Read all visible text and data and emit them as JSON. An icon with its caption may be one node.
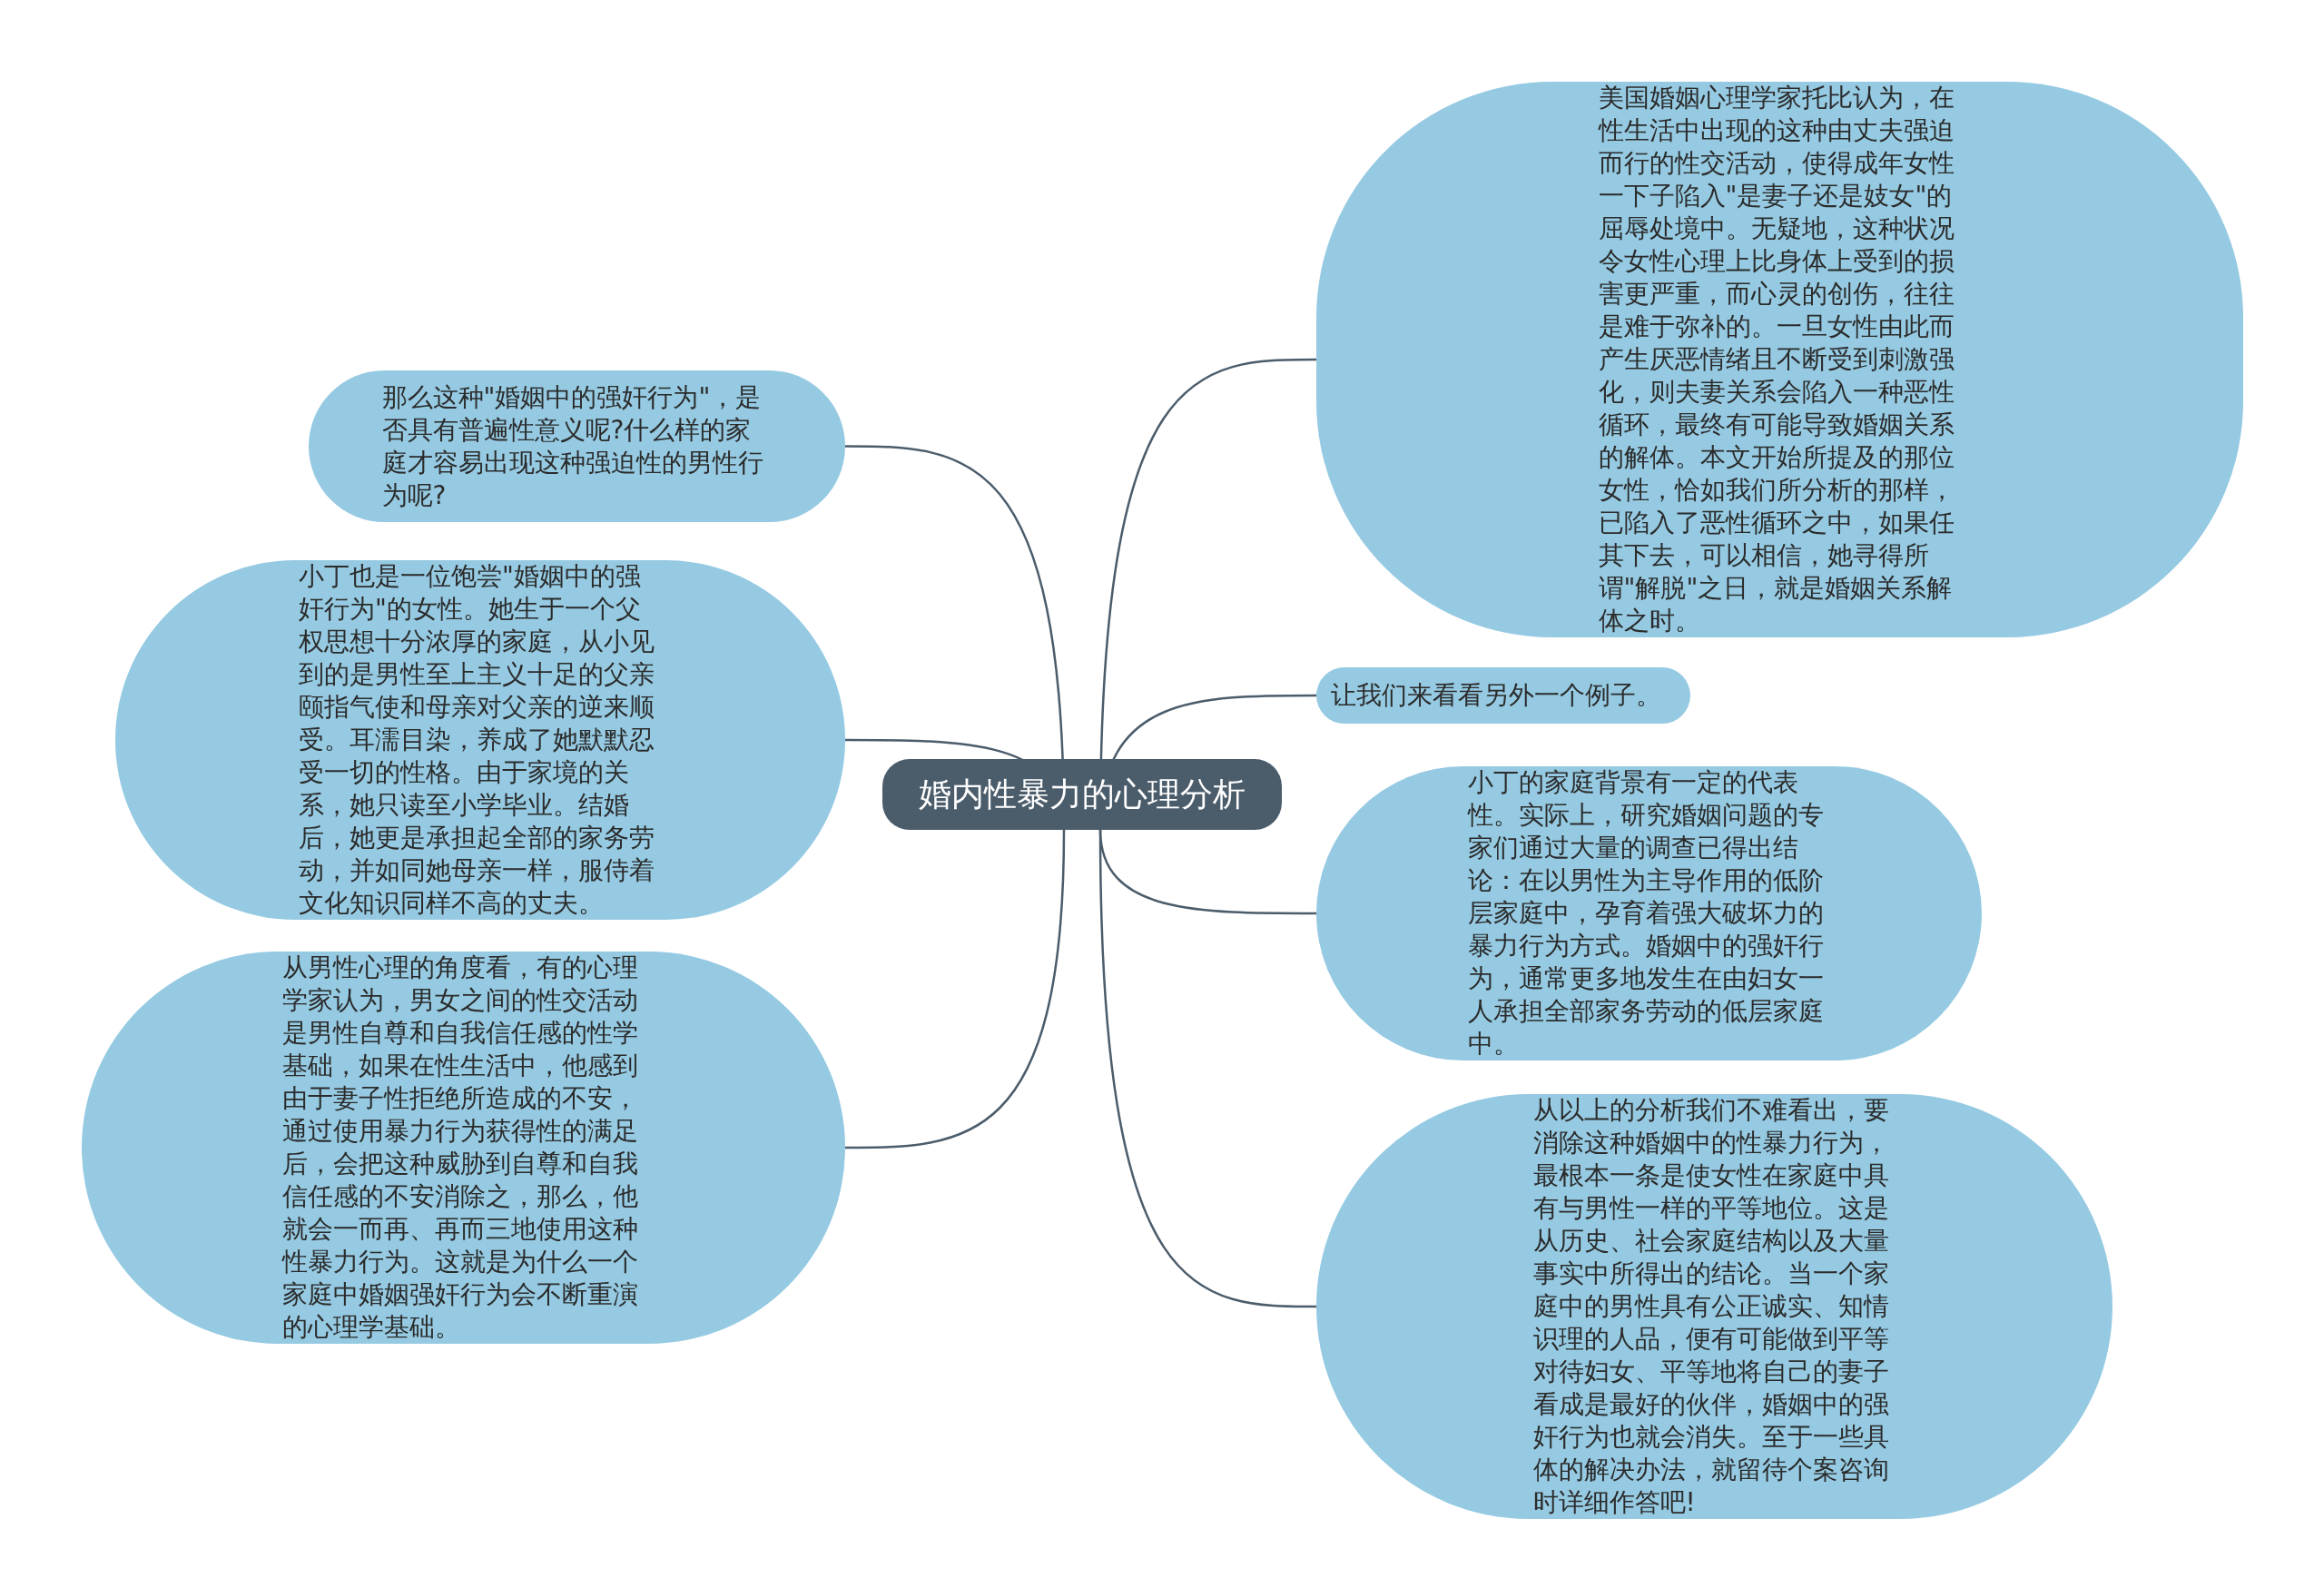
{
  "diagram": {
    "nodes": [
      {
        "text": [
          "婚内性暴力的心理分析"
        ]
      },
      {
        "text": [
          "美国婚姻心理学家托比认为，在性生活中出现的这种由丈夫强迫而行的性交活动，使得成年女性一下子陷入\"是妻子还是妓女\"的屈辱处境中。无疑地，这种状况令女性心理上比身体上受到的损害更严重，而心灵的创伤，往往是难于弥补的。一旦女性由此而产生厌恶情绪且不断受到刺激强化，则夫妻关系会陷入一种恶性循环，最终有可能导致婚姻关系的解体。本文开始所提及的那位女性，恰如我们所分析的那样，已陷入了恶性循环之中，如果任其下去，可以相信，她寻得所谓\"解脱\"之日，就是婚姻关系解体之时。"
        ]
      },
      {
        "text": [
          "让我们来看看另外一个例子。"
        ]
      },
      {
        "text": [
          "小丁的家庭背景有一定的代表性。实际上，研究婚姻问题的专家们通过大量的调查已得出结论：在以男性为主导作用的低阶层家庭中，孕育着强大破坏力的暴力行为方式。婚姻中的强奸行为，通常更多地发生在由妇女一人承担全部家务劳动的低层家庭中。"
        ]
      },
      {
        "text": [
          "从以上的分析我们不难看出，要消除这种婚姻中的性暴力行为，最根本一条是使女性在家庭中具有与男性一样的平等地位。这是从历史、社会家庭结构以及大量事实中所得出的结论。当一个家庭中的男性具有公正诚实、知情识理的人品，便有可能做到平等对待妇女、平等地将自己的妻子看成是最好的伙伴，婚姻中的强奸行为也就会消失。至于一些具体的解决办法，就留待个案咨询时详细作答吧!"
        ]
      },
      {
        "text": [
          "那么这种\"婚姻中的强奸行为\"，是否具有普遍性意义呢?什么样的家庭才容易出现这种强迫性的男性行为呢?"
        ]
      },
      {
        "text": [
          "小丁也是一位饱尝\"婚姻中的强奸行为\"的女性。她生于一个父权思想十分浓厚的家庭，从小见到的是男性至上主义十足的父亲颐指气使和母亲对父亲的逆来顺受。耳濡目染，养成了她默默忍受一切的性格。由于家境的关系，她只读至小学毕业。结婚后，她更是承担起全部的家务劳动，并如同她母亲一样，服侍着文化知识同样不高的丈夫。"
        ]
      },
      {
        "text": [
          "从男性心理的角度看，有的心理学家认为，男女之间的性交活动是男性自尊和自我信任感的性学基础，如果在性生活中，他感到由于妻子性拒绝所造成的不安，通过使用暴力行为获得性的满足后，会把这种威胁到自尊和自我信任感的不安消除之，那么，他就会一而再、再而三地使用这种性暴力行为。这就是为什么一个家庭中婚姻强奸行为会不断重演的心理学基础。"
        ]
      }
    ],
    "edges": [
      {
        "from": 0,
        "to": 1,
        "arrow": "none"
      },
      {
        "from": 0,
        "to": 2,
        "arrow": "none"
      },
      {
        "from": 0,
        "to": 3,
        "arrow": "none"
      },
      {
        "from": 0,
        "to": 4,
        "arrow": "none"
      },
      {
        "from": 0,
        "to": 5,
        "arrow": "none"
      },
      {
        "from": 0,
        "to": 6,
        "arrow": "none"
      },
      {
        "from": 0,
        "to": 7,
        "arrow": "none"
      }
    ]
  }
}
